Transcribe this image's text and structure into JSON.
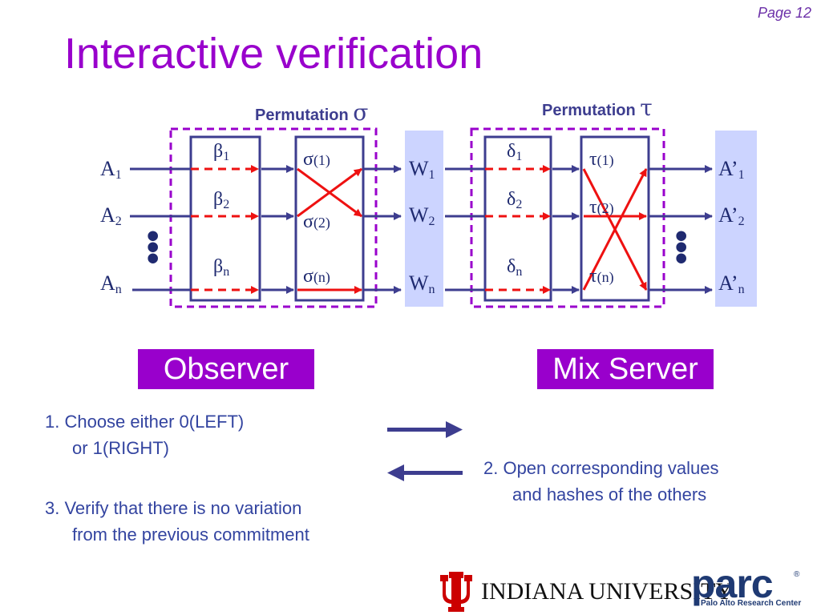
{
  "page": "Page 12",
  "title": "Interactive verification",
  "perm_sigma": {
    "label": "Permutation",
    "symbol": "σ"
  },
  "perm_tau": {
    "label": "Permutation",
    "symbol": "τ"
  },
  "inputs": [
    {
      "base": "A",
      "sub": "1"
    },
    {
      "base": "A",
      "sub": "2"
    },
    {
      "base": "A",
      "sub": "n"
    }
  ],
  "betas": [
    {
      "base": "β",
      "sub": "1"
    },
    {
      "base": "β",
      "sub": "2"
    },
    {
      "base": "β",
      "sub": "n"
    }
  ],
  "sigmas": [
    {
      "base": "σ",
      "arg": "(1)"
    },
    {
      "base": "σ",
      "arg": "(2)"
    },
    {
      "base": "σ",
      "arg": "(n)"
    }
  ],
  "ws": [
    {
      "base": "W",
      "sub": "1"
    },
    {
      "base": "W",
      "sub": "2"
    },
    {
      "base": "W",
      "sub": "n"
    }
  ],
  "deltas": [
    {
      "base": "δ",
      "sub": "1"
    },
    {
      "base": "δ",
      "sub": "2"
    },
    {
      "base": "δ",
      "sub": "n"
    }
  ],
  "taus": [
    {
      "base": "τ",
      "arg": "(1)"
    },
    {
      "base": "τ",
      "arg": "(2)"
    },
    {
      "base": "τ",
      "arg": "(n)"
    }
  ],
  "outputs": [
    {
      "base": "A’",
      "sub": "1"
    },
    {
      "base": "A’",
      "sub": "2"
    },
    {
      "base": "A’",
      "sub": "n"
    }
  ],
  "observer": "Observer",
  "mix_server": "Mix Server",
  "step1": {
    "line1": "1. Choose either 0(LEFT)",
    "line2": "or 1(RIGHT)"
  },
  "step2": {
    "line1": "2. Open corresponding values",
    "line2": "and hashes of the others"
  },
  "step3": {
    "line1": "3. Verify that there is no variation",
    "line2": "from the previous commitment"
  },
  "logos": {
    "iu": "INDIANA UNIVERSITY",
    "parc": "parc",
    "parc_sub": "Palo Alto Research Center",
    "reg": "®"
  },
  "colors": {
    "title": "#9900cc",
    "badge": "#9900cc",
    "navy": "#3d3d8f",
    "red": "#ee1111",
    "highlight": "#ccd4ff"
  }
}
